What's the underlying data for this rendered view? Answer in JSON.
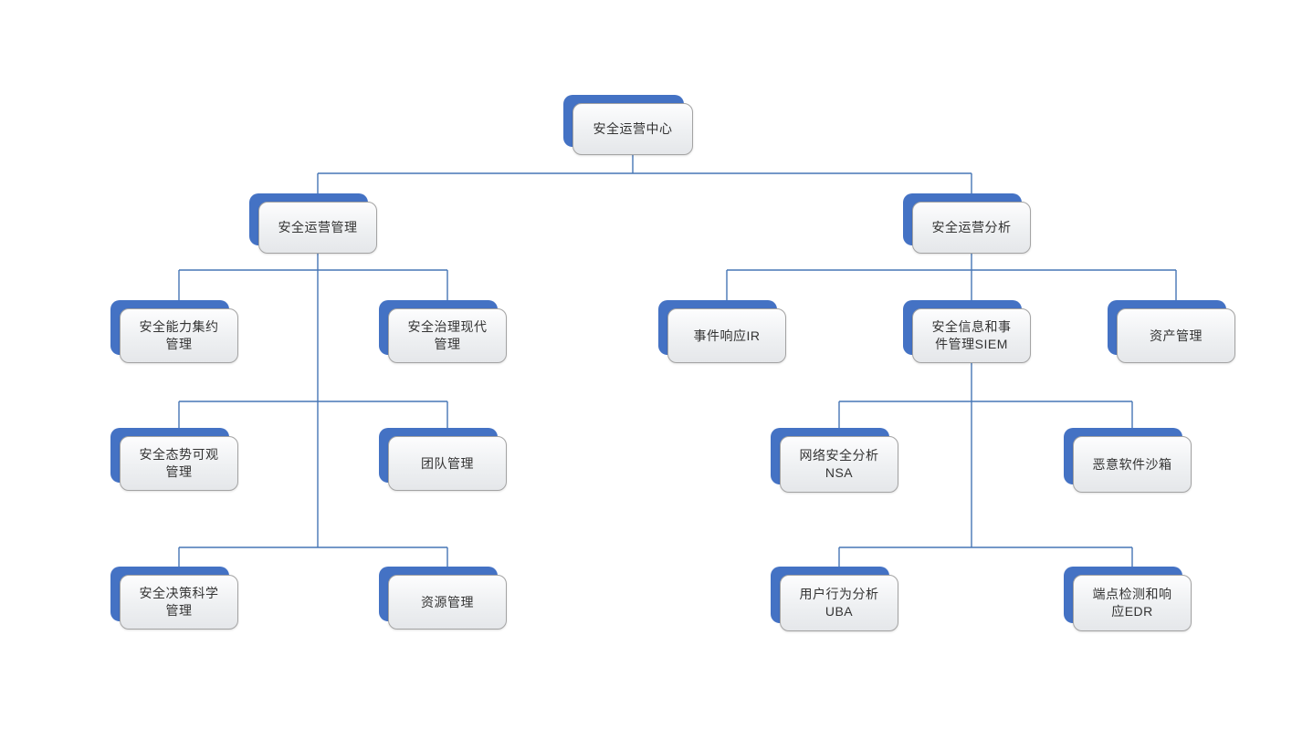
{
  "diagram": {
    "type": "org-chart",
    "nodes": {
      "root": {
        "label": "安全运营中心"
      },
      "ops_mgmt": {
        "label": "安全运营管理"
      },
      "ops_analysis": {
        "label": "安全运营分析"
      },
      "capability_mgmt": {
        "label": "安全能力集约\n管理"
      },
      "governance_mgmt": {
        "label": "安全治理现代\n管理"
      },
      "posture_mgmt": {
        "label": "安全态势可观\n管理"
      },
      "team_mgmt": {
        "label": "团队管理"
      },
      "decision_mgmt": {
        "label": "安全决策科学\n管理"
      },
      "resource_mgmt": {
        "label": "资源管理"
      },
      "incident_response": {
        "label": "事件响应IR"
      },
      "siem": {
        "label": "安全信息和事\n件管理SIEM"
      },
      "asset_mgmt": {
        "label": "资产管理"
      },
      "nsa": {
        "label": "网络安全分析\nNSA"
      },
      "malware_sandbox": {
        "label": "恶意软件沙箱"
      },
      "uba": {
        "label": "用户行为分析\nUBA"
      },
      "edr": {
        "label": "端点检测和响\n应EDR"
      }
    },
    "hierarchy": {
      "root": [
        "ops_mgmt",
        "ops_analysis"
      ],
      "ops_mgmt": [
        "capability_mgmt",
        "governance_mgmt",
        "posture_mgmt",
        "team_mgmt",
        "decision_mgmt",
        "resource_mgmt"
      ],
      "ops_analysis": [
        "incident_response",
        "siem",
        "asset_mgmt"
      ],
      "siem": [
        "nsa",
        "malware_sandbox",
        "uba",
        "edr"
      ]
    }
  },
  "colors": {
    "node_shadow_blue": "#4472C4",
    "connector_line": "#4676B5",
    "node_fill_top": "#FDFDFE",
    "node_fill_bottom": "#E5E7EA",
    "node_border": "#A3A3A3",
    "background": "#FFFFFF",
    "text": "#333333"
  }
}
